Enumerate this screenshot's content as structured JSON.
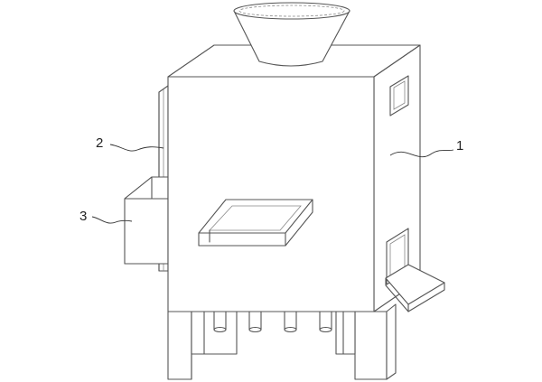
{
  "labels": {
    "machine_body": "1",
    "side_channel": "2",
    "side_box": "3"
  },
  "colors": {
    "line": "#555555",
    "background": "#ffffff"
  }
}
